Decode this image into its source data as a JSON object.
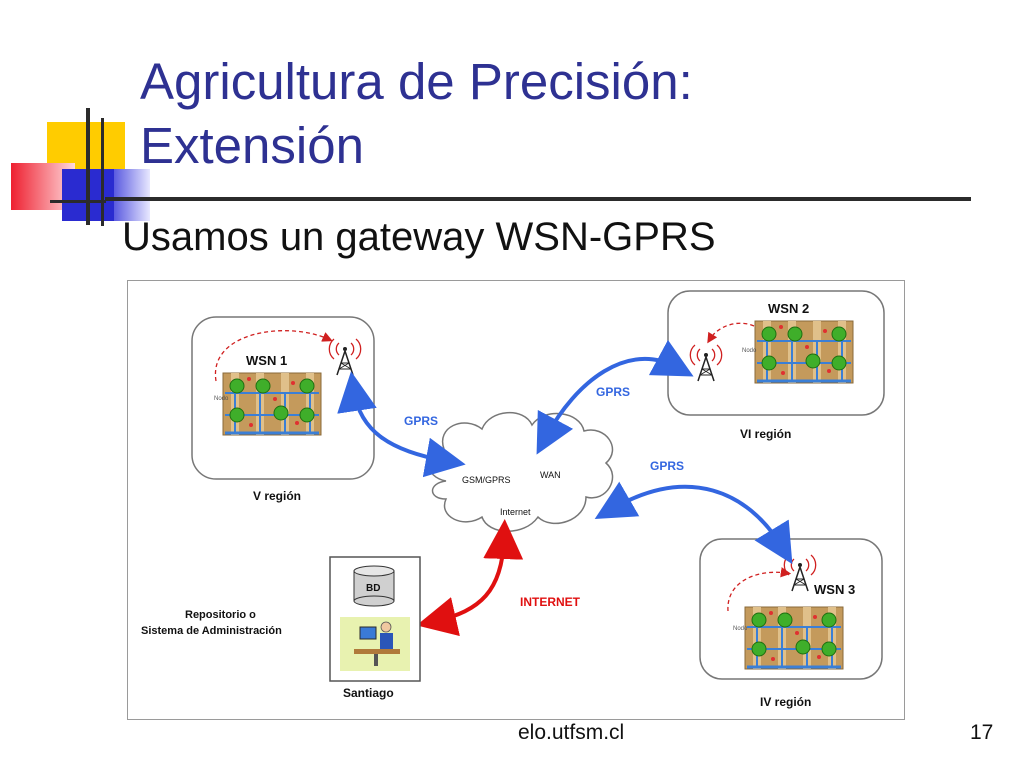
{
  "slide": {
    "title_line1": "Agricultura de Precisión:",
    "title_line2": "Extensión",
    "bullet": "Usamos un gateway WSN-GPRS",
    "footer_site": "elo.utfsm.cl",
    "page_number": "17"
  },
  "diagram": {
    "wsn1": {
      "label": "WSN 1",
      "region": "V región"
    },
    "wsn2": {
      "label": "WSN 2",
      "region": "VI región"
    },
    "wsn3": {
      "label": "WSN 3",
      "region": "IV región"
    },
    "cloud": {
      "gsm": "GSM/GPRS",
      "wan": "WAN",
      "internet": "Internet"
    },
    "links": {
      "gprs": "GPRS",
      "internet": "INTERNET"
    },
    "repository": {
      "line1": "Repositorio o",
      "line2": "Sistema de Administración",
      "db": "BD",
      "city": "Santiago"
    },
    "node_label": "Nodo"
  },
  "colors": {
    "title": "#2e3192",
    "gprs_arrow": "#3366e0",
    "internet_arrow": "#e01010",
    "field": "#c49a5c",
    "tree": "#3fae2a",
    "pipe": "#3b7fd6"
  }
}
